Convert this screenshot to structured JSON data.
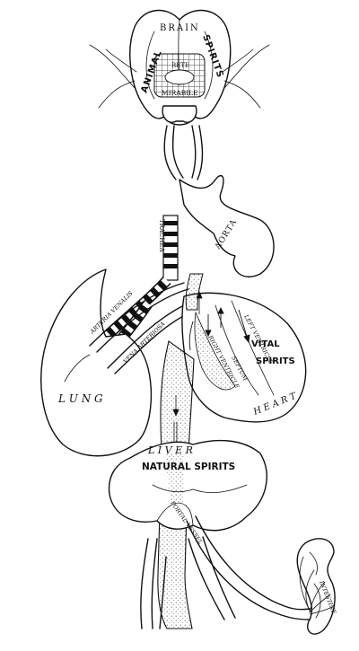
{
  "labels": {
    "brain": "BRAIN",
    "animal": "ANIMAL",
    "spirits": "SPIRITS",
    "rete": "RETE",
    "mirabile": "MIRABILE",
    "trachea": "TRACHEA",
    "aorta": "AORTA",
    "arteria_venalis": "ARTERIA VENALIS",
    "vena_arteriosa": "VENA ARTERIOSA",
    "right_ventricle": "RIGHT VENTRICLE",
    "septum": "SEPTUM",
    "left_ventricle": "LEFT VENTRICLE",
    "vital": "VITAL",
    "vital_spirits": "SPIRITS",
    "lung": "L U N G",
    "heart": "H E A R T",
    "liver": "L I V E R",
    "natural_spirits": "NATURAL SPIRITS",
    "portal_vessel": "PORTAL VESSEL",
    "intestine": "INTESTINE"
  }
}
